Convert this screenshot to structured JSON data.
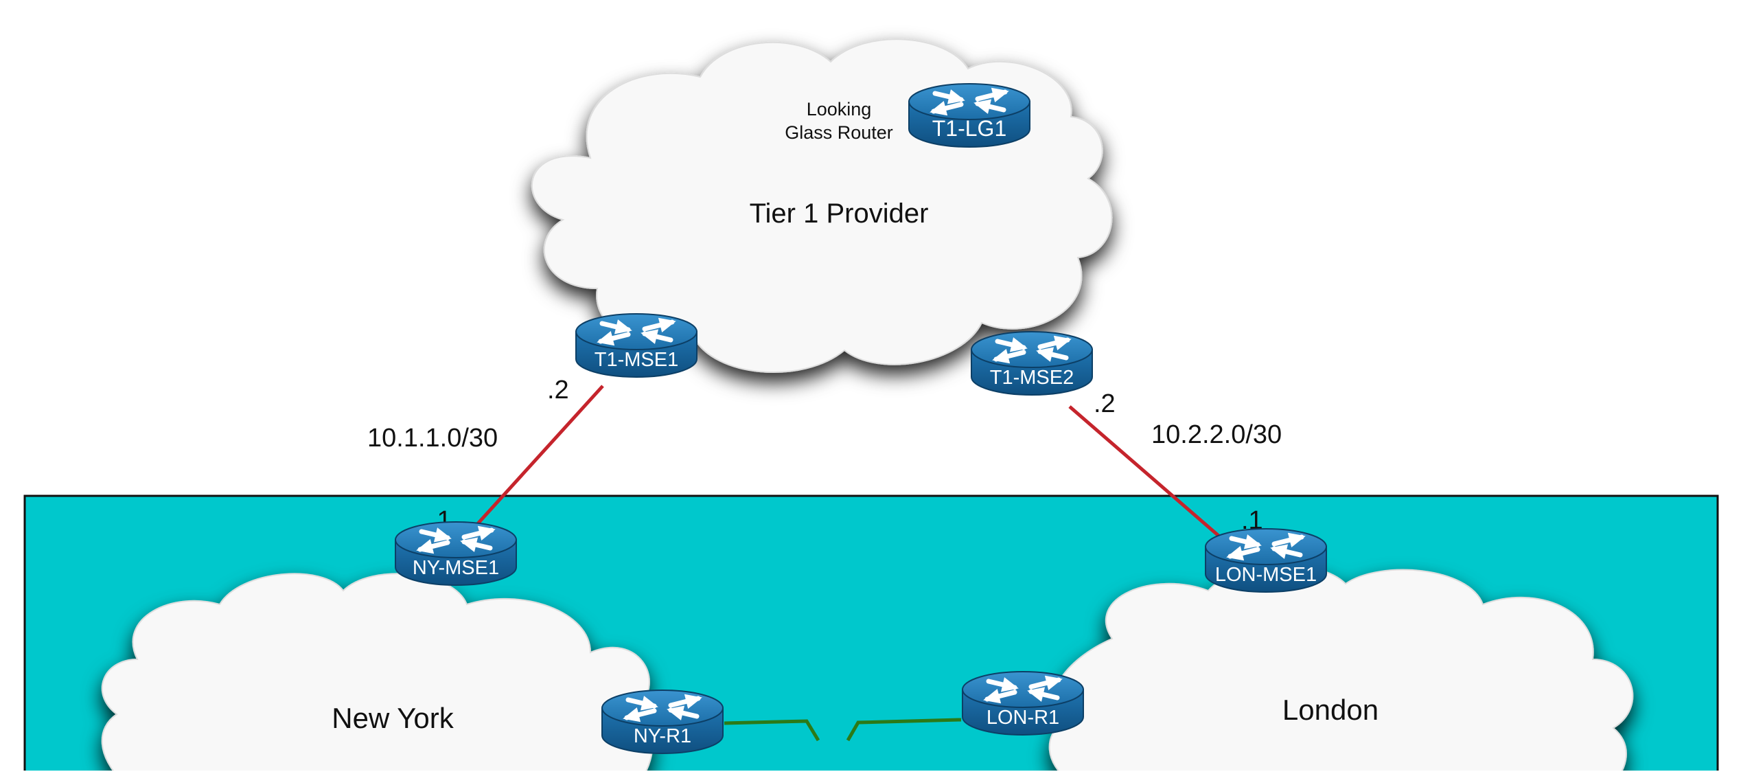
{
  "colors": {
    "background": "#ffffff",
    "enterprise_panel": "#00c8cc",
    "cloud_fill": "#f8f8f8",
    "router_blue": "#1a6aa3",
    "router_top": "#2e86c4",
    "wan_link": "#c5242c",
    "lan_link": "#2c7a17"
  },
  "clouds": {
    "provider": {
      "label": "Tier 1 Provider"
    },
    "new_york": {
      "label": "New York"
    },
    "london": {
      "label": "London"
    }
  },
  "routers": {
    "t1_lg1": {
      "label": "T1-LG1",
      "note_line1": "Looking",
      "note_line2": "Glass Router"
    },
    "t1_mse1": {
      "label": "T1-MSE1"
    },
    "t1_mse2": {
      "label": "T1-MSE2"
    },
    "ny_mse1": {
      "label": "NY-MSE1"
    },
    "lon_mse1": {
      "label": "LON-MSE1"
    },
    "ny_r1": {
      "label": "NY-R1"
    },
    "lon_r1": {
      "label": "LON-R1"
    }
  },
  "links": {
    "ny_wan": {
      "subnet": "10.1.1.0/30",
      "provider_side": ".2",
      "customer_side": ".1"
    },
    "lon_wan": {
      "subnet": "10.2.2.0/30",
      "provider_side": ".2",
      "customer_side": ".1"
    }
  }
}
